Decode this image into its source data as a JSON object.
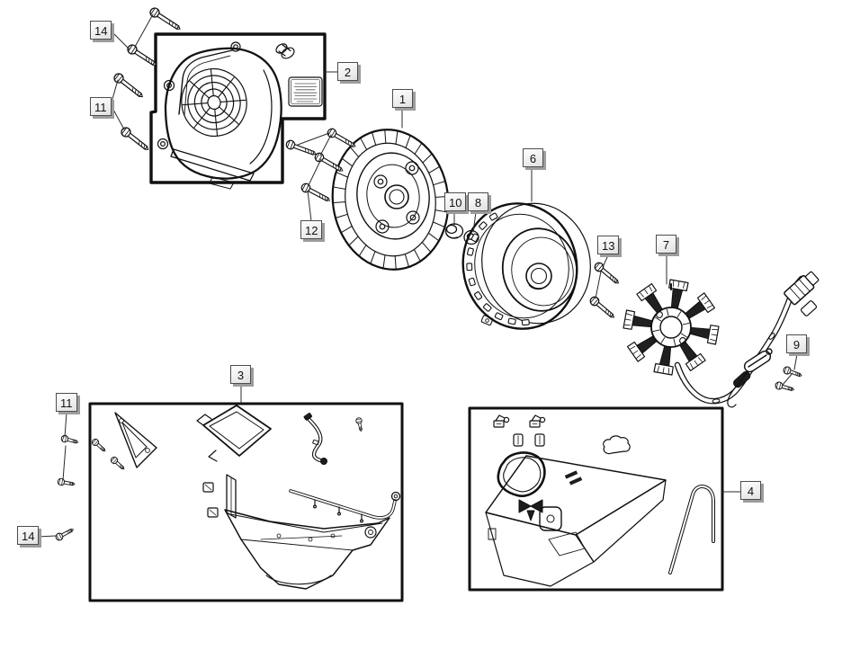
{
  "colors": {
    "background": "#ffffff",
    "line": "#111111",
    "leader": "#2a2a2a",
    "callout_bg": "#f5f5f5",
    "callout_border": "#4d4d4d",
    "callout_shadow": "#9c9c9c",
    "callout_text": "#111111"
  },
  "callouts": [
    {
      "id": "14-top",
      "label": "14"
    },
    {
      "id": "11-top",
      "label": "11"
    },
    {
      "id": "2",
      "label": "2"
    },
    {
      "id": "1",
      "label": "1"
    },
    {
      "id": "12",
      "label": "12"
    },
    {
      "id": "10",
      "label": "10"
    },
    {
      "id": "8",
      "label": "8"
    },
    {
      "id": "6",
      "label": "6"
    },
    {
      "id": "13",
      "label": "13"
    },
    {
      "id": "7",
      "label": "7"
    },
    {
      "id": "9",
      "label": "9"
    },
    {
      "id": "3",
      "label": "3"
    },
    {
      "id": "11-bottom",
      "label": "11"
    },
    {
      "id": "14-bottom",
      "label": "14"
    },
    {
      "id": "4",
      "label": "4"
    }
  ]
}
